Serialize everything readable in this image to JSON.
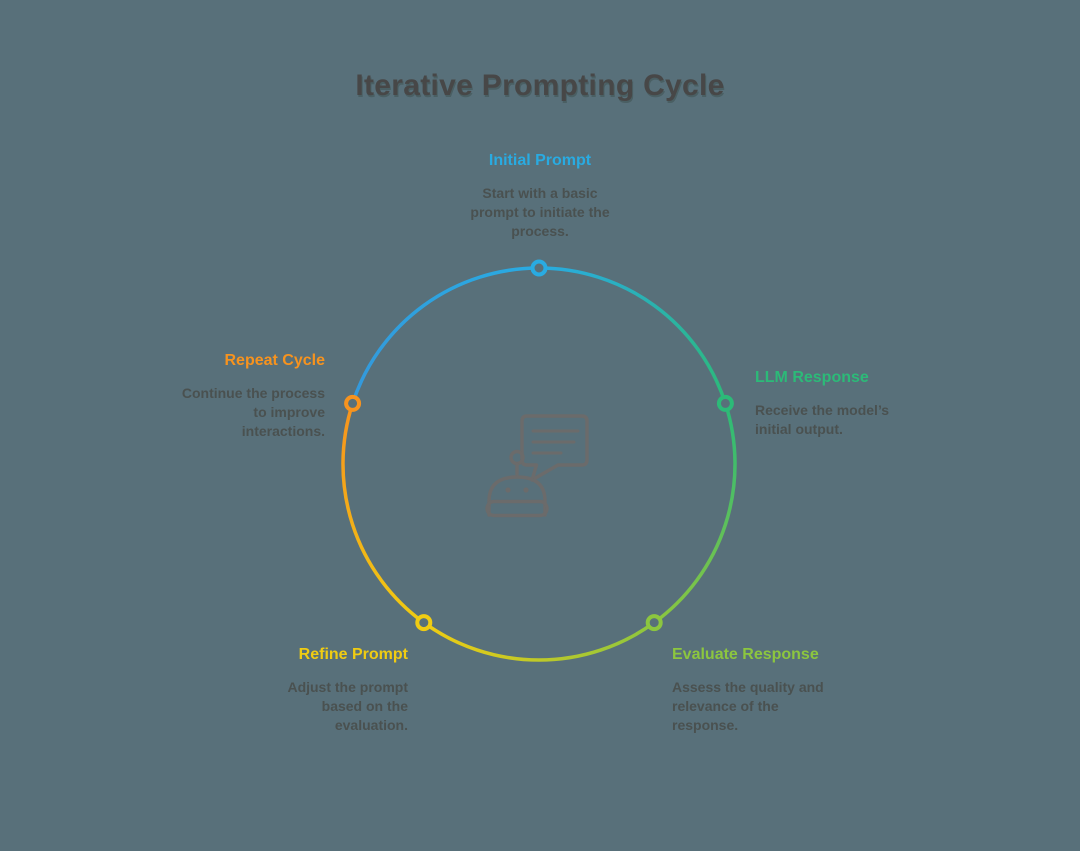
{
  "title": "Iterative Prompting Cycle",
  "center_icon": "chatbot-icon",
  "colors": {
    "background": "#58707A",
    "title_text": "#474747",
    "description_text": "#4A5150",
    "icon_stroke": "#6B6B6B",
    "return_arc_start": "#3498DB"
  },
  "steps": [
    {
      "label": "Initial Prompt",
      "color": "#29ABE2",
      "position": "top",
      "description": "Start with a basic prompt to initiate the process.",
      "description_lines": [
        "Start with a basic",
        "prompt to initiate the",
        "process."
      ]
    },
    {
      "label": "LLM Response",
      "color": "#2CBA78",
      "position": "right",
      "description": "Receive the model’s initial output.",
      "description_lines": [
        "Receive the model’s",
        "initial output."
      ]
    },
    {
      "label": "Evaluate Response",
      "color": "#8CC63F",
      "position": "bottom-right",
      "description": "Assess the quality and relevance of the response.",
      "description_lines": [
        "Assess the quality and",
        "relevance of the",
        "response."
      ]
    },
    {
      "label": "Refine Prompt",
      "color": "#F0CC12",
      "position": "bottom-left",
      "description": "Adjust the prompt based on the evaluation.",
      "description_lines": [
        "Adjust the prompt",
        "based on the",
        "evaluation."
      ]
    },
    {
      "label": "Repeat Cycle",
      "color": "#F7931E",
      "position": "left",
      "description": "Continue the process to improve interactions.",
      "description_lines": [
        "Continue the process",
        "to improve",
        "interactions."
      ]
    }
  ]
}
